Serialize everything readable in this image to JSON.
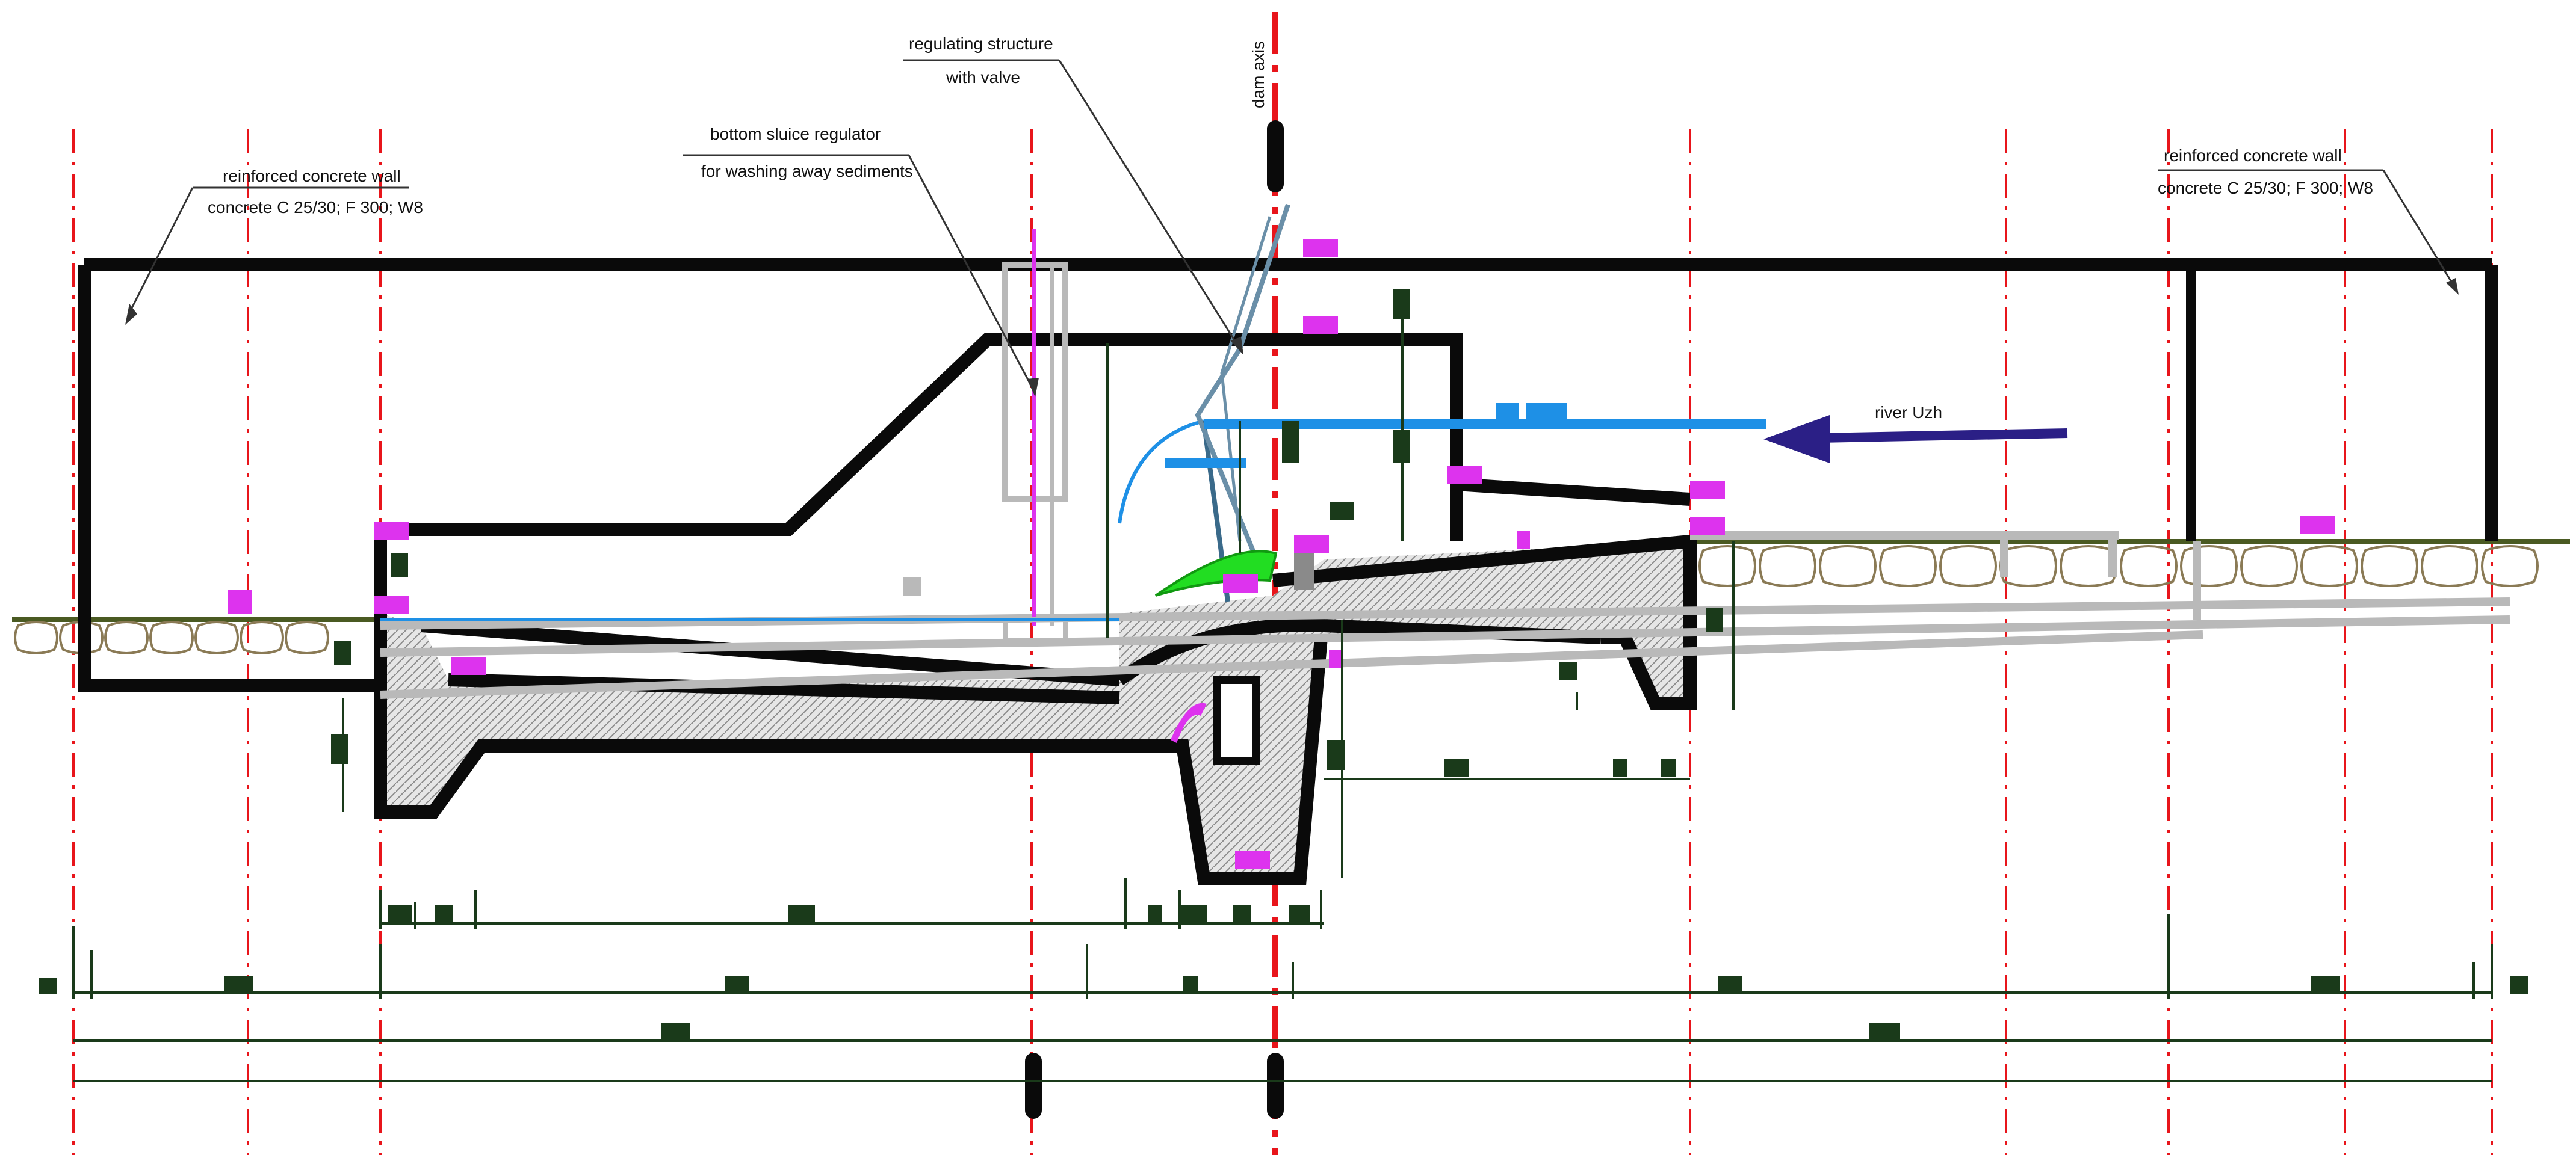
{
  "labels": {
    "left_wall_line1": "reinforced concrete wall",
    "left_wall_line2": "concrete C 25/30; F 300; W8",
    "bottom_sluice_line1": "bottom sluice regulator",
    "bottom_sluice_line2": "for washing away sediments",
    "regulating_line1": "regulating structure",
    "regulating_line2": "with valve",
    "dam_axis": "dam axis",
    "right_wall_line1": "reinforced concrete wall",
    "right_wall_line2": "concrete C 25/30; F 300; W8",
    "river": "river Uzh"
  },
  "colors": {
    "structure": "#0a0a0a",
    "axis_red": "#e8151b",
    "water_blue": "#1e90e6",
    "flow_arrow": "#2b1f86",
    "valve_green": "#22dd22",
    "tag_magenta": "#dd33ee",
    "grid_gray": "#b9b9b9",
    "ground_green": "#4a5a22",
    "stone_brown": "#8a7a55",
    "dim_green": "#1a3a1a"
  }
}
